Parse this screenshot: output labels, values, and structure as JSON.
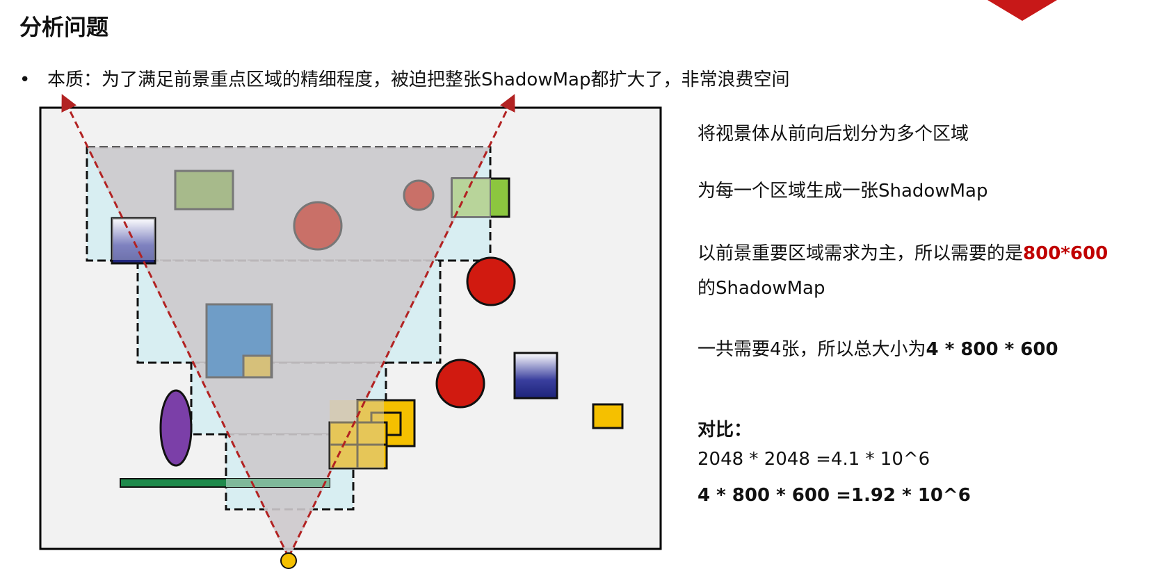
{
  "slide": {
    "title": "分析问题",
    "bullet": "本质：为了满足前景重点区域的精细程度，被迫把整张ShadowMap都扩大了，非常浪费空间"
  },
  "right_panel": {
    "line1": "将视景体从前向后划分为多个区域",
    "line2": "为每一个区域生成一张ShadowMap",
    "line3_prefix": "以前景重要区域需求为主，所以需要的是",
    "line3_highlight": "800*600",
    "line3_suffix": "的ShadowMap",
    "line4_prefix": "一共需要4张，所以总大小为",
    "line4_bold": "4 * 800 * 600",
    "compare_label": "对比：",
    "compare_line1": "2048 * 2048 =4.1 * 10^6",
    "compare_line2": "4 * 800 * 600 =1.92 * 10^6"
  },
  "colors": {
    "accent_red": "#c00000",
    "arrow_red": "#b22222",
    "frustum_fill": "#d3d0d2",
    "cascade_fill": "#d8eef2",
    "panel_bg": "#f2f2f2"
  }
}
